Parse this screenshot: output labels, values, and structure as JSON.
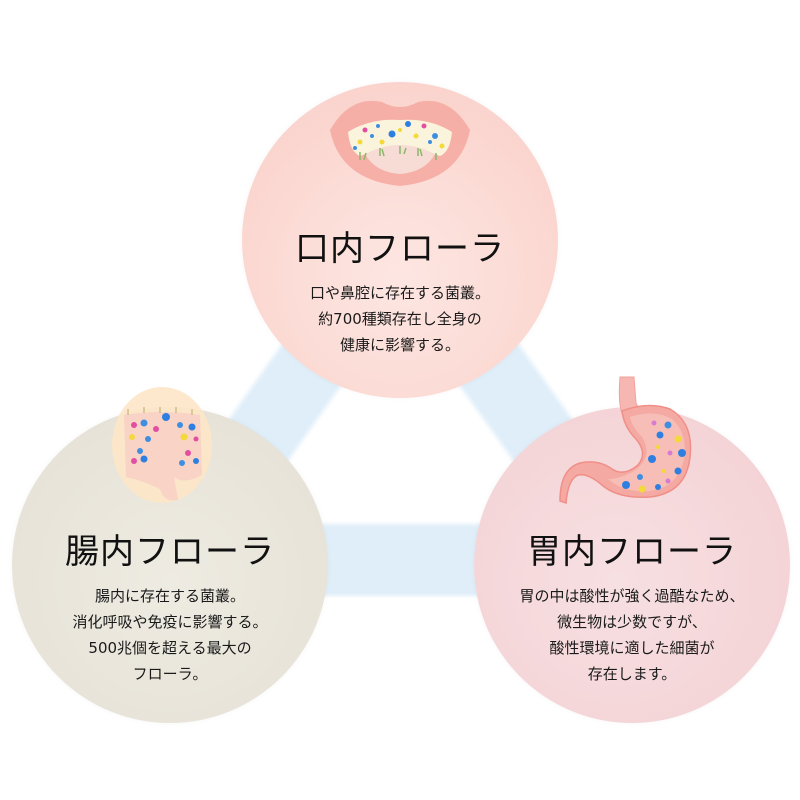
{
  "diagram": {
    "colors": {
      "connector": "#dfeef9",
      "oral_circle": "#fcdcd6",
      "gut_circle": "#e7e3d8",
      "stomach_circle": "#f4d4d7",
      "text": "#111111"
    },
    "nodes": [
      {
        "id": "oral",
        "title": "口内フローラ",
        "illustration": "mouth-illustration",
        "lines": [
          "口や鼻腔に存在する菌叢。",
          "約700種類存在し全身の",
          "健康に影響する。"
        ]
      },
      {
        "id": "gut",
        "title": "腸内フローラ",
        "illustration": "intestine-illustration",
        "lines": [
          "腸内に存在する菌叢。",
          "消化呼吸や免疫に影響する。",
          "500兆個を超える最大の",
          "フローラ。"
        ]
      },
      {
        "id": "stomach",
        "title": "胃内フローラ",
        "illustration": "stomach-illustration",
        "lines": [
          "胃の中は酸性が強く過酷なため、",
          "微生物は少数ですが、",
          "酸性環境に適した細菌が",
          "存在します。"
        ]
      }
    ],
    "connections": [
      [
        "oral",
        "gut"
      ],
      [
        "oral",
        "stomach"
      ],
      [
        "gut",
        "stomach"
      ]
    ]
  }
}
